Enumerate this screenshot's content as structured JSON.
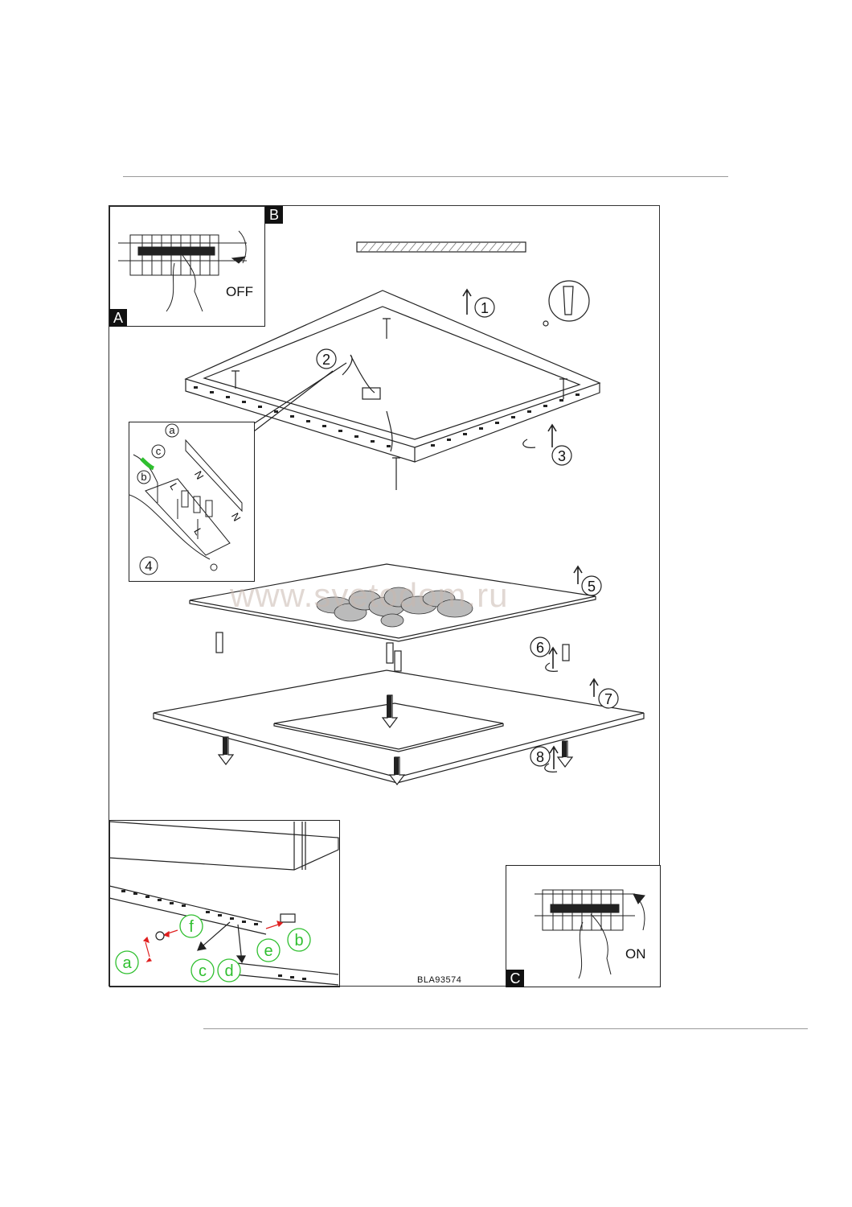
{
  "panel_labels": {
    "a": "A",
    "b": "B",
    "c": "C"
  },
  "switch_off": "OFF",
  "switch_on": "ON",
  "steps": [
    "1",
    "2",
    "3",
    "4",
    "5",
    "6",
    "7",
    "8"
  ],
  "terminal_callouts": [
    "a",
    "b",
    "c"
  ],
  "terminal_marks": {
    "n": "N",
    "l": "L"
  },
  "strip_callouts": [
    "a",
    "b",
    "c",
    "d",
    "e",
    "f"
  ],
  "model_code": "BLA93574",
  "watermark": "www.svetodom.ru",
  "colors": {
    "line": "#222222",
    "callout_green": "#2fbf2f",
    "arrow_red": "#e02020",
    "watermark": "#c9b9b0"
  }
}
